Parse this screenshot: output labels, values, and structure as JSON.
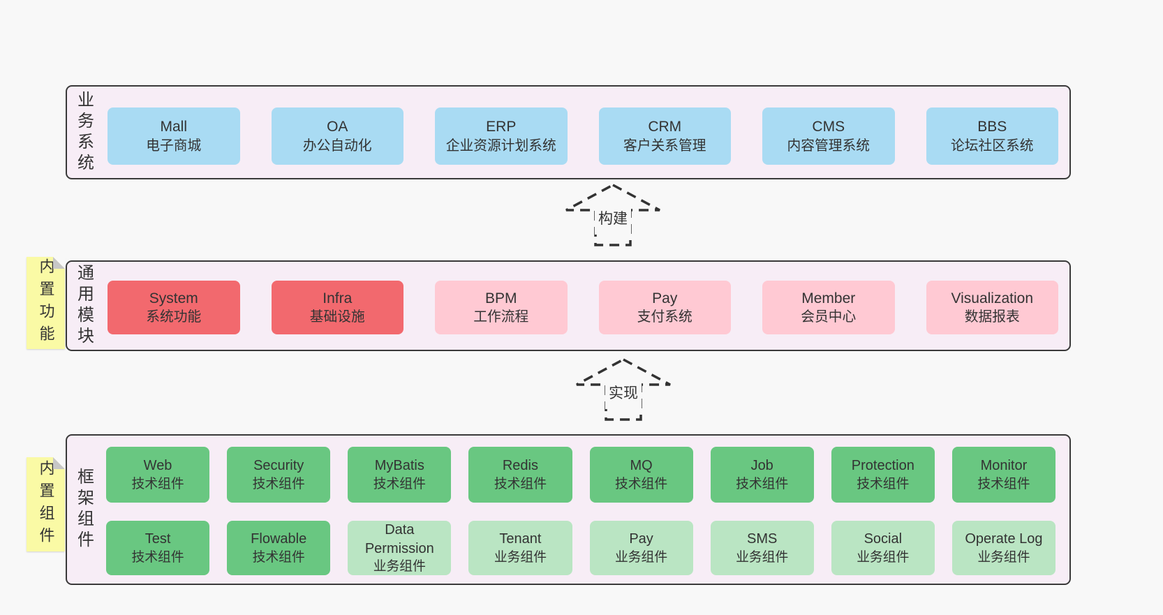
{
  "palette": {
    "page_bg": "#f8f8f8",
    "band_bg": "#f7edf6",
    "band_border": "#3a3a3a",
    "blue_box": "#a9dbf3",
    "red_box": "#f2696e",
    "pink_box": "#ffc9d3",
    "green_box": "#69c781",
    "light_green_box": "#bae5c3",
    "sticky_yellow": "#fafaa5",
    "sticky_fold": "#c7c7c7",
    "text": "#333333"
  },
  "arrows": {
    "build": {
      "label": "构建"
    },
    "implement": {
      "label": "实现"
    }
  },
  "bands": {
    "business": {
      "side_label": "业务系统",
      "boxes": [
        {
          "name": "Mall",
          "desc": "电子商城",
          "color": "blue"
        },
        {
          "name": "OA",
          "desc": "办公自动化",
          "color": "blue"
        },
        {
          "name": "ERP",
          "desc": "企业资源计划系统",
          "color": "blue"
        },
        {
          "name": "CRM",
          "desc": "客户关系管理",
          "color": "blue"
        },
        {
          "name": "CMS",
          "desc": "内容管理系统",
          "color": "blue"
        },
        {
          "name": "BBS",
          "desc": "论坛社区系统",
          "color": "blue"
        }
      ]
    },
    "modules": {
      "sticky": "内置功能",
      "side_label": "通用模块",
      "boxes": [
        {
          "name": "System",
          "desc": "系统功能",
          "color": "red"
        },
        {
          "name": "Infra",
          "desc": "基础设施",
          "color": "red"
        },
        {
          "name": "BPM",
          "desc": "工作流程",
          "color": "pink"
        },
        {
          "name": "Pay",
          "desc": "支付系统",
          "color": "pink"
        },
        {
          "name": "Member",
          "desc": "会员中心",
          "color": "pink"
        },
        {
          "name": "Visualization",
          "desc": "数据报表",
          "color": "pink"
        }
      ]
    },
    "components": {
      "sticky": "内置组件",
      "side_label": "框架组件",
      "row1": [
        {
          "name": "Web",
          "desc": "技术组件",
          "color": "green"
        },
        {
          "name": "Security",
          "desc": "技术组件",
          "color": "green"
        },
        {
          "name": "MyBatis",
          "desc": "技术组件",
          "color": "green"
        },
        {
          "name": "Redis",
          "desc": "技术组件",
          "color": "green"
        },
        {
          "name": "MQ",
          "desc": "技术组件",
          "color": "green"
        },
        {
          "name": "Job",
          "desc": "技术组件",
          "color": "green"
        },
        {
          "name": "Protection",
          "desc": "技术组件",
          "color": "green"
        },
        {
          "name": "Monitor",
          "desc": "技术组件",
          "color": "green"
        }
      ],
      "row2": [
        {
          "name": "Test",
          "desc": "技术组件",
          "color": "green"
        },
        {
          "name": "Flowable",
          "desc": "技术组件",
          "color": "green"
        },
        {
          "name": "Data Permission",
          "desc": "业务组件",
          "color": "lightgreen"
        },
        {
          "name": "Tenant",
          "desc": "业务组件",
          "color": "lightgreen"
        },
        {
          "name": "Pay",
          "desc": "业务组件",
          "color": "lightgreen"
        },
        {
          "name": "SMS",
          "desc": "业务组件",
          "color": "lightgreen"
        },
        {
          "name": "Social",
          "desc": "业务组件",
          "color": "lightgreen"
        },
        {
          "name": "Operate Log",
          "desc": "业务组件",
          "color": "lightgreen"
        }
      ]
    }
  }
}
